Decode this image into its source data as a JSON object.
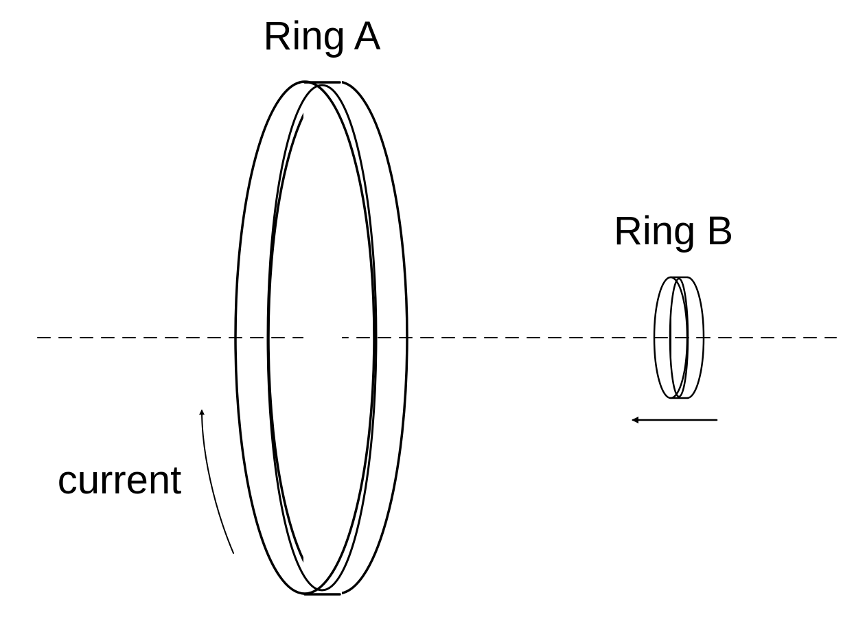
{
  "labels": {
    "ring_a": "Ring A",
    "ring_b": "Ring B",
    "current": "current"
  },
  "colors": {
    "ink": "#000000",
    "background": "#ffffff"
  }
}
